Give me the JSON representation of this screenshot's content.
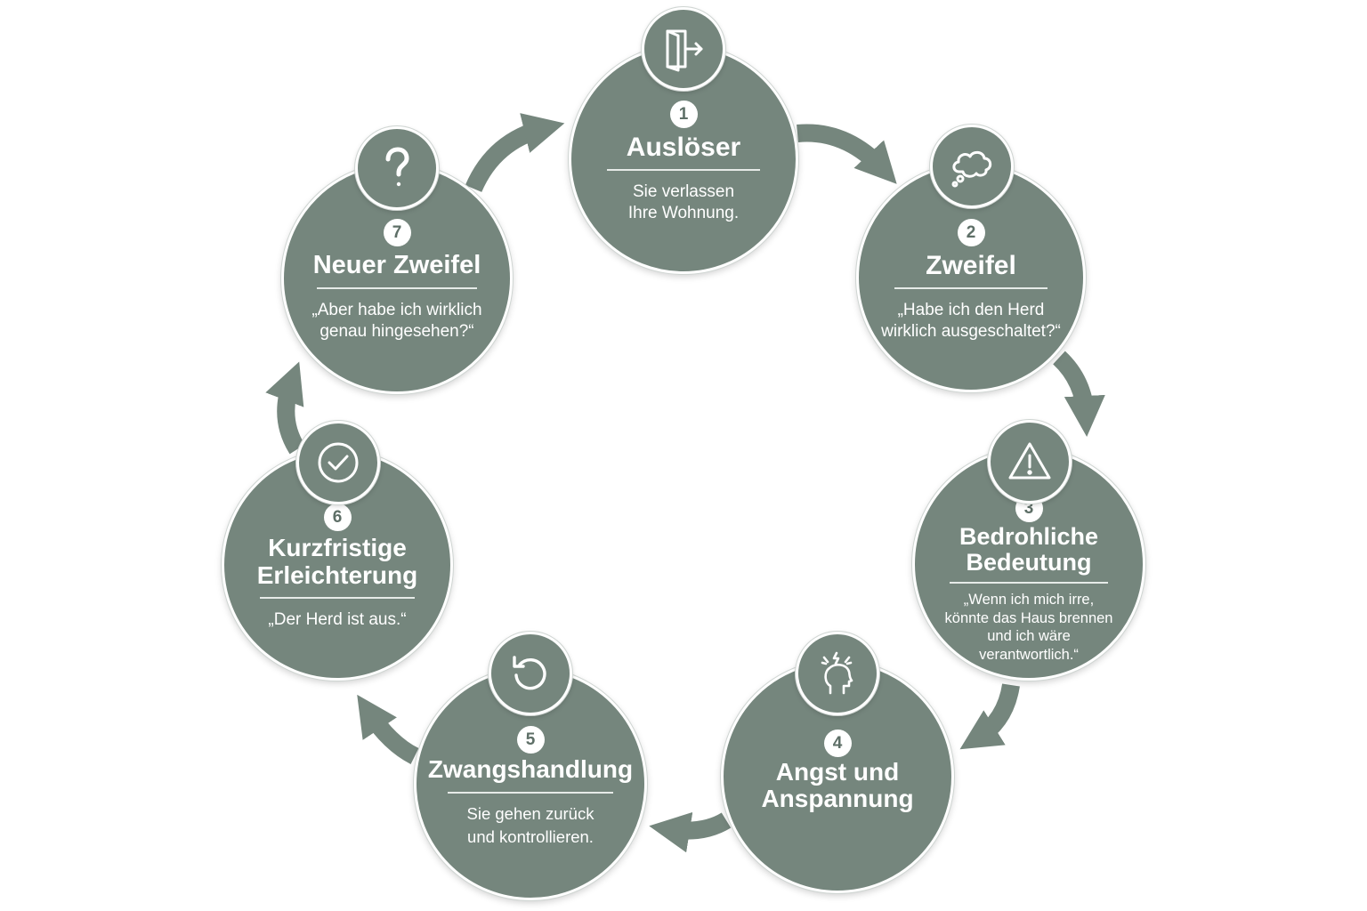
{
  "colors": {
    "node_fill": "#75867d",
    "arrow": "#75867d",
    "text": "#ffffff",
    "badge_bg": "#ffffff",
    "badge_text": "#5e6f67"
  },
  "steps": [
    {
      "number": "1",
      "title": [
        "Auslöser"
      ],
      "description": [
        "Sie verlassen",
        "Ihre Wohnung."
      ],
      "icon": "exit-door-icon"
    },
    {
      "number": "2",
      "title": [
        "Zweifel"
      ],
      "description": [
        "„Habe ich den Herd",
        "wirklich ausgeschaltet?“"
      ],
      "icon": "thought-bubble-icon"
    },
    {
      "number": "3",
      "title": [
        "Bedrohliche",
        "Bedeutung"
      ],
      "description": [
        "„Wenn ich mich irre,",
        "könnte das Haus brennen",
        "und ich wäre",
        "verantwortlich.“"
      ],
      "icon": "warning-triangle-icon"
    },
    {
      "number": "4",
      "title": [
        "Angst und",
        "Anspannung"
      ],
      "description": [],
      "icon": "stressed-head-icon"
    },
    {
      "number": "5",
      "title": [
        "Zwangshandlung"
      ],
      "description": [
        "Sie gehen zurück",
        "und kontrollieren."
      ],
      "icon": "repeat-arrow-icon"
    },
    {
      "number": "6",
      "title": [
        "Kurzfristige",
        "Erleichterung"
      ],
      "description": [
        "„Der Herd ist aus.“"
      ],
      "icon": "check-circle-icon"
    },
    {
      "number": "7",
      "title": [
        "Neuer Zweifel"
      ],
      "description": [
        "„Aber habe ich wirklich",
        "genau hingesehen?“"
      ],
      "icon": "question-mark-icon"
    }
  ]
}
